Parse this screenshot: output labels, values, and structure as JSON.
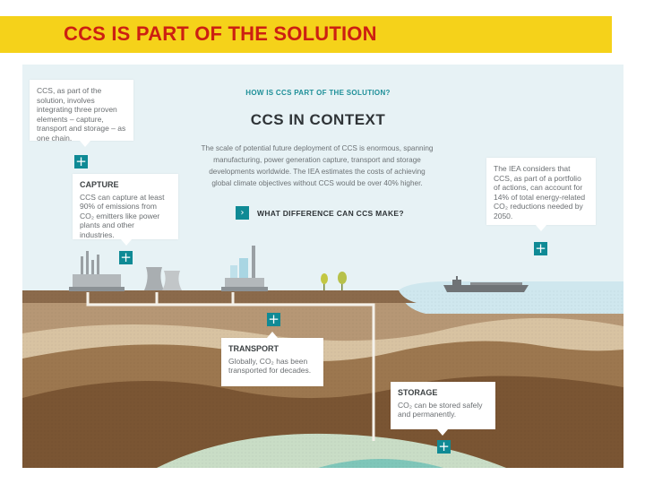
{
  "header": {
    "title": "CCS IS PART OF THE SOLUTION"
  },
  "infographic": {
    "kicker": "HOW IS CCS PART OF THE SOLUTION?",
    "heading": "CCS IN CONTEXT",
    "intro": "The scale of potential future deployment of CCS is enormous, spanning manufacturing, power generation capture, transport and storage developments worldwide. The IEA estimates the costs of achieving global climate objectives without CCS would be over 40% higher.",
    "cta_label": "WHAT DIFFERENCE CAN CCS MAKE?",
    "cards": {
      "chain": {
        "text": "CCS, as part of the solution, involves integrating three proven elements – capture, transport and storage – as one chain."
      },
      "capture": {
        "title": "CAPTURE",
        "text": "CCS can capture at least 90% of emissions from CO₂ emitters like power plants and other industries."
      },
      "iea": {
        "text": "The IEA considers that CCS, as part of a portfolio of actions, can account for 14% of total energy-related CO₂ reductions needed by 2050."
      },
      "transport": {
        "title": "TRANSPORT",
        "text": "Globally, CO₂ has been transported for decades."
      },
      "storage": {
        "title": "STORAGE",
        "text": "CO₂ can be stored safely and permanently."
      }
    },
    "plus_symbol": "+",
    "arrow_symbol": "›",
    "colors": {
      "title_bar": "#f5d21a",
      "title_text": "#cc1f12",
      "accent_teal": "#0f8a95",
      "sky": "#e7f2f5",
      "sea": "#cfe7ee",
      "ground_dark": "#6e4a2a"
    }
  }
}
